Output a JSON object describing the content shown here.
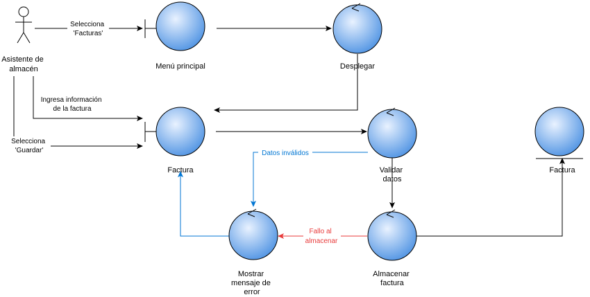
{
  "colors": {
    "node_light": "#e9f2ff",
    "node_dark": "#4f93e3",
    "normal_edge": "#000000",
    "invalid_edge": "#0076d3",
    "error_edge": "#e83a3a"
  },
  "actor": {
    "label_lines": [
      "Asistente de",
      "almacén"
    ]
  },
  "nodes": {
    "menu_principal": {
      "label_lines": [
        "Menú principal"
      ]
    },
    "desplegar": {
      "label_lines": [
        "Desplegar"
      ]
    },
    "factura_boundary": {
      "label_lines": [
        "Factura"
      ]
    },
    "validar_datos": {
      "label_lines": [
        "Validar",
        "datos"
      ]
    },
    "factura_entity": {
      "label_lines": [
        "Factura"
      ]
    },
    "mostrar_mensaje": {
      "label_lines": [
        "Mostrar",
        "mensaje de",
        "error"
      ]
    },
    "almacenar_factura": {
      "label_lines": [
        "Almacenar",
        "factura"
      ]
    }
  },
  "edges": {
    "selecciona_facturas": {
      "label_lines": [
        "Selecciona",
        "'Facturas'"
      ]
    },
    "ingresa_informacion": {
      "label_lines": [
        "Ingresa información",
        "de la factura"
      ]
    },
    "selecciona_guardar": {
      "label_lines": [
        "Selecciona",
        "'Guardar'"
      ]
    },
    "datos_invalidos": {
      "label_lines": [
        "Datos inválidos"
      ]
    },
    "fallo_almacenar": {
      "label_lines": [
        "Fallo al",
        "almacenar"
      ]
    }
  }
}
